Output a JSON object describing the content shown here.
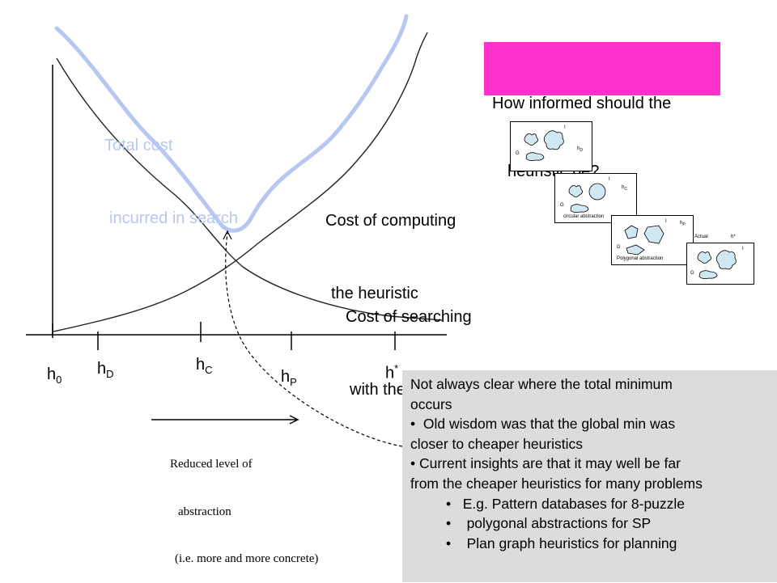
{
  "question": {
    "line1": "How informed should the",
    "line2": "heuristic be?"
  },
  "curves": {
    "total_cost": {
      "line1": "Total cost",
      "line2": "incurred in search"
    },
    "computing": {
      "line1": "Cost of computing",
      "line2": "the heuristic"
    },
    "searching": {
      "line1": "Cost of searching",
      "line2": "with the heuristic"
    }
  },
  "ticks": [
    {
      "base": "h",
      "sub": "0"
    },
    {
      "base": "h",
      "sub": "D"
    },
    {
      "base": "h",
      "sub": "C"
    },
    {
      "base": "h",
      "sub": "P"
    },
    {
      "base": "h",
      "sup": "*"
    }
  ],
  "abstraction_note": {
    "line1": "Reduced level of",
    "line2": "abstraction",
    "line3": "(i.e. more and more concrete)"
  },
  "notes": {
    "line1": "Not always clear where the total minimum",
    "line2": "occurs",
    "line3": "•  Old wisdom was that the global min was",
    "line4": "closer to cheaper heuristics",
    "line5": "• Current insights are that it may well be far",
    "line6": "from the cheaper heuristics for many problems",
    "line7": "•   E.g. Pattern databases for 8-puzzle",
    "line8": "•    polygonal abstractions for SP",
    "line9": "•    Plan graph heuristics for planning"
  },
  "thumbnails": [
    {
      "corner": "h",
      "corner_sub": "D",
      "start": "I",
      "goal": "G",
      "caption": ""
    },
    {
      "corner": "h",
      "corner_sub": "C",
      "start": "I",
      "goal": "G",
      "caption": "circular abstraction"
    },
    {
      "corner": "h",
      "corner_sub": "P",
      "start": "I",
      "goal": "G",
      "caption": "Polygonal abstraction"
    },
    {
      "corner": "h*",
      "corner_sub": "",
      "start": "I",
      "goal": "G",
      "caption": "Actual"
    }
  ],
  "colors": {
    "total_cost": "#b8c6f2",
    "question_bg": "#ff33cc",
    "note_bg": "#dcdcdc"
  }
}
